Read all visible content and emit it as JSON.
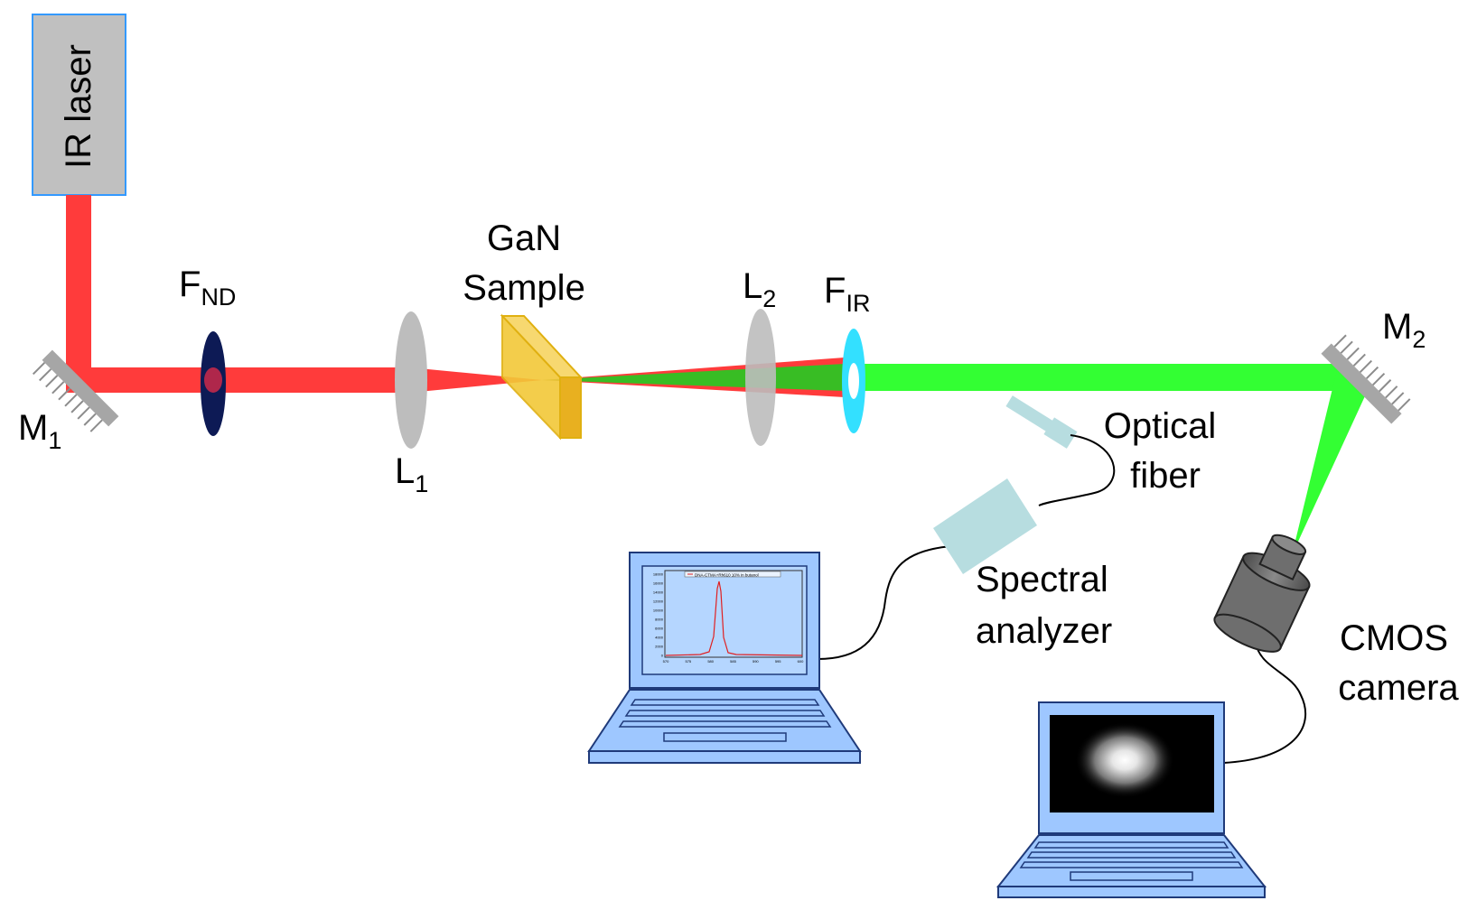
{
  "labels": {
    "laser": "IR laser",
    "m1": {
      "main": "M",
      "sub": "1"
    },
    "fnd": {
      "main": "F",
      "sub": "ND"
    },
    "l1": {
      "main": "L",
      "sub": "1"
    },
    "gan_line1": "GaN",
    "gan_line2": "Sample",
    "l2": {
      "main": "L",
      "sub": "2"
    },
    "fir": {
      "main": "F",
      "sub": "IR"
    },
    "m2": {
      "main": "M",
      "sub": "2"
    },
    "fiber_line1": "Optical",
    "fiber_line2": "fiber",
    "analyzer_line1": "Spectral",
    "analyzer_line2": "analyzer",
    "camera_line1": "CMOS",
    "camera_line2": "camera"
  },
  "spectrum_screen": {
    "legend": "DNA-CTMA+Rh610 10% in butanol",
    "y_ticks": [
      "18000",
      "16000",
      "14000",
      "12000",
      "10000",
      "8000",
      "6000",
      "4000",
      "2000",
      "0"
    ],
    "x_ticks": [
      "570",
      "575",
      "580",
      "585",
      "590",
      "595",
      "600"
    ]
  },
  "colors": {
    "ir_beam": "#ff3b3b",
    "green_beam": "#33ff33",
    "laser_box": "#c0c0c0",
    "laser_border": "#3399ff",
    "lens": "#bdbdbd",
    "nd_filter": "#0d1a55",
    "ir_filter": "#33e0ff",
    "sample": "#f2c838",
    "laptop": "#9ec7ff",
    "analyzer": "#b7dde0",
    "camera": "#6e6e6e"
  }
}
